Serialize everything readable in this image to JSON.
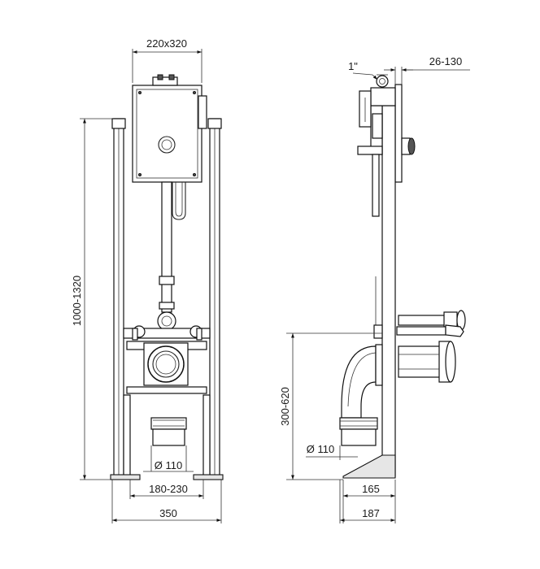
{
  "dimensions": {
    "box_size": "220x320",
    "height_range": "1000-1320",
    "pipe_diameter_front": "Ø 110",
    "foot_spacing": "180-230",
    "frame_width": "350",
    "thread_size": "1\"",
    "wall_offset": "26-130",
    "outlet_height": "300-620",
    "pipe_diameter_side": "Ø 110",
    "depth_inner": "165",
    "depth_outer": "187"
  },
  "colors": {
    "line": "#111111",
    "background": "#ffffff"
  }
}
